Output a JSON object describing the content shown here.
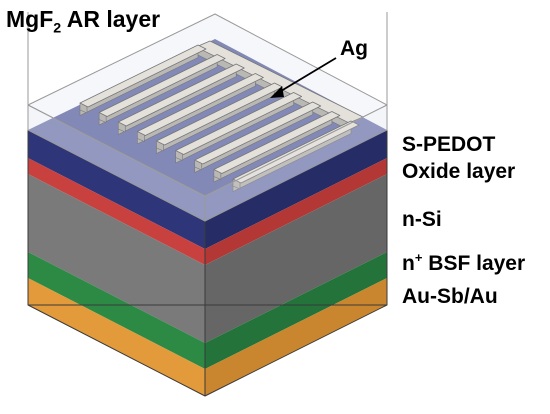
{
  "labels": {
    "mgf2_pre": "MgF",
    "mgf2_sub": "2",
    "mgf2_post": " AR layer",
    "ag": "Ag",
    "spedot": "S-PEDOT",
    "oxide": "Oxide layer",
    "nsi": "n-Si",
    "bsf_pre": "n",
    "bsf_sup": "+",
    "bsf_post": " BSF layer",
    "ausb": "Au-Sb/Au"
  },
  "colors": {
    "ar_top": "#e6e8f0",
    "spedot_left": "#2e3579",
    "spedot_right": "#262c66",
    "oxide_left": "#c9413e",
    "oxide_right": "#b23735",
    "nsi_left": "#7a7a7a",
    "nsi_right": "#666666",
    "bsf_left": "#2c8a45",
    "bsf_right": "#23733a",
    "ausb_left": "#e29a3a",
    "ausb_right": "#c9862e",
    "blue_top": "#4e5697",
    "finger_top": "#e3ddcf",
    "finger_side": "#a49f94",
    "outline": "#3a3a3a"
  },
  "finger_count": 9
}
